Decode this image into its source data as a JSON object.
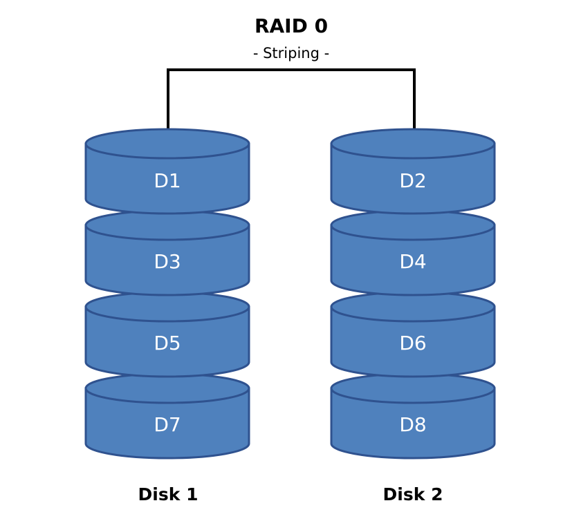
{
  "diagram": {
    "title": "RAID 0",
    "subtitle": "- Striping -",
    "colors": {
      "fill": "#4f81bd",
      "stroke": "#2f528f",
      "label": "#ffffff",
      "connector": "#000000",
      "text": "#000000"
    },
    "disks": [
      {
        "label": "Disk 1",
        "blocks": [
          "D1",
          "D3",
          "D5",
          "D7"
        ]
      },
      {
        "label": "Disk 2",
        "blocks": [
          "D2",
          "D4",
          "D6",
          "D8"
        ]
      }
    ]
  }
}
